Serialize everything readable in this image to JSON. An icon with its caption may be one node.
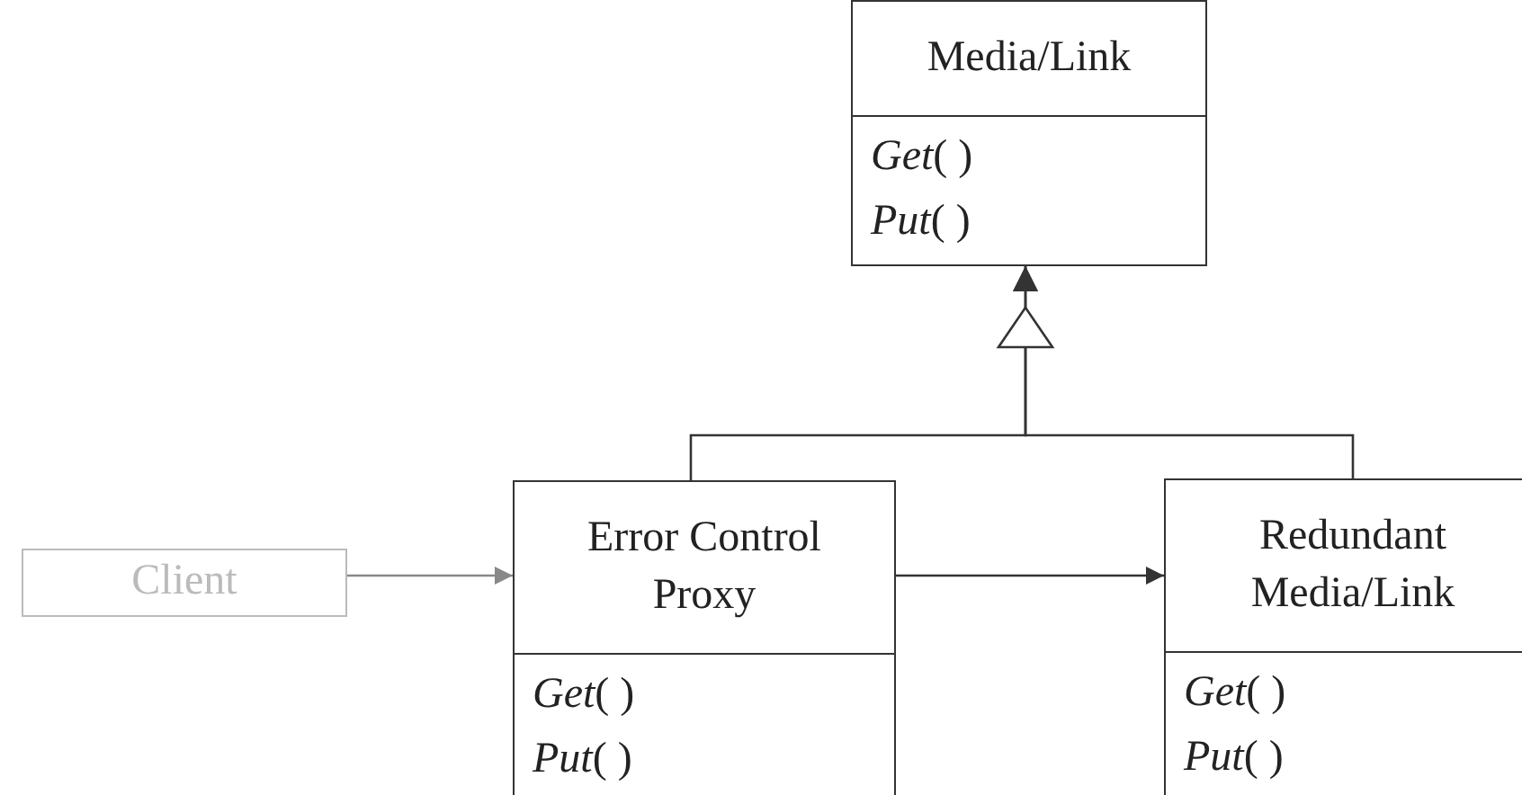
{
  "diagram": {
    "nodes": [
      {
        "text": [
          "Media/Link",
          "*Get*( )",
          "*Put*( )"
        ]
      },
      {
        "text": [
          "Client"
        ]
      },
      {
        "text": [
          "Error Control Proxy",
          "*Get*( )",
          "*Put*( )"
        ]
      },
      {
        "text": [
          "Redundant Media/Link",
          "*Get*( )",
          "*Put*( )"
        ]
      }
    ],
    "edges": [
      {
        "from": 2,
        "to": 0,
        "arrow": "to"
      },
      {
        "from": 3,
        "to": 0,
        "arrow": "to"
      },
      {
        "from": 1,
        "to": 2,
        "arrow": "to",
        "color": "#888888"
      },
      {
        "from": 2,
        "to": 3,
        "arrow": "to"
      }
    ]
  }
}
